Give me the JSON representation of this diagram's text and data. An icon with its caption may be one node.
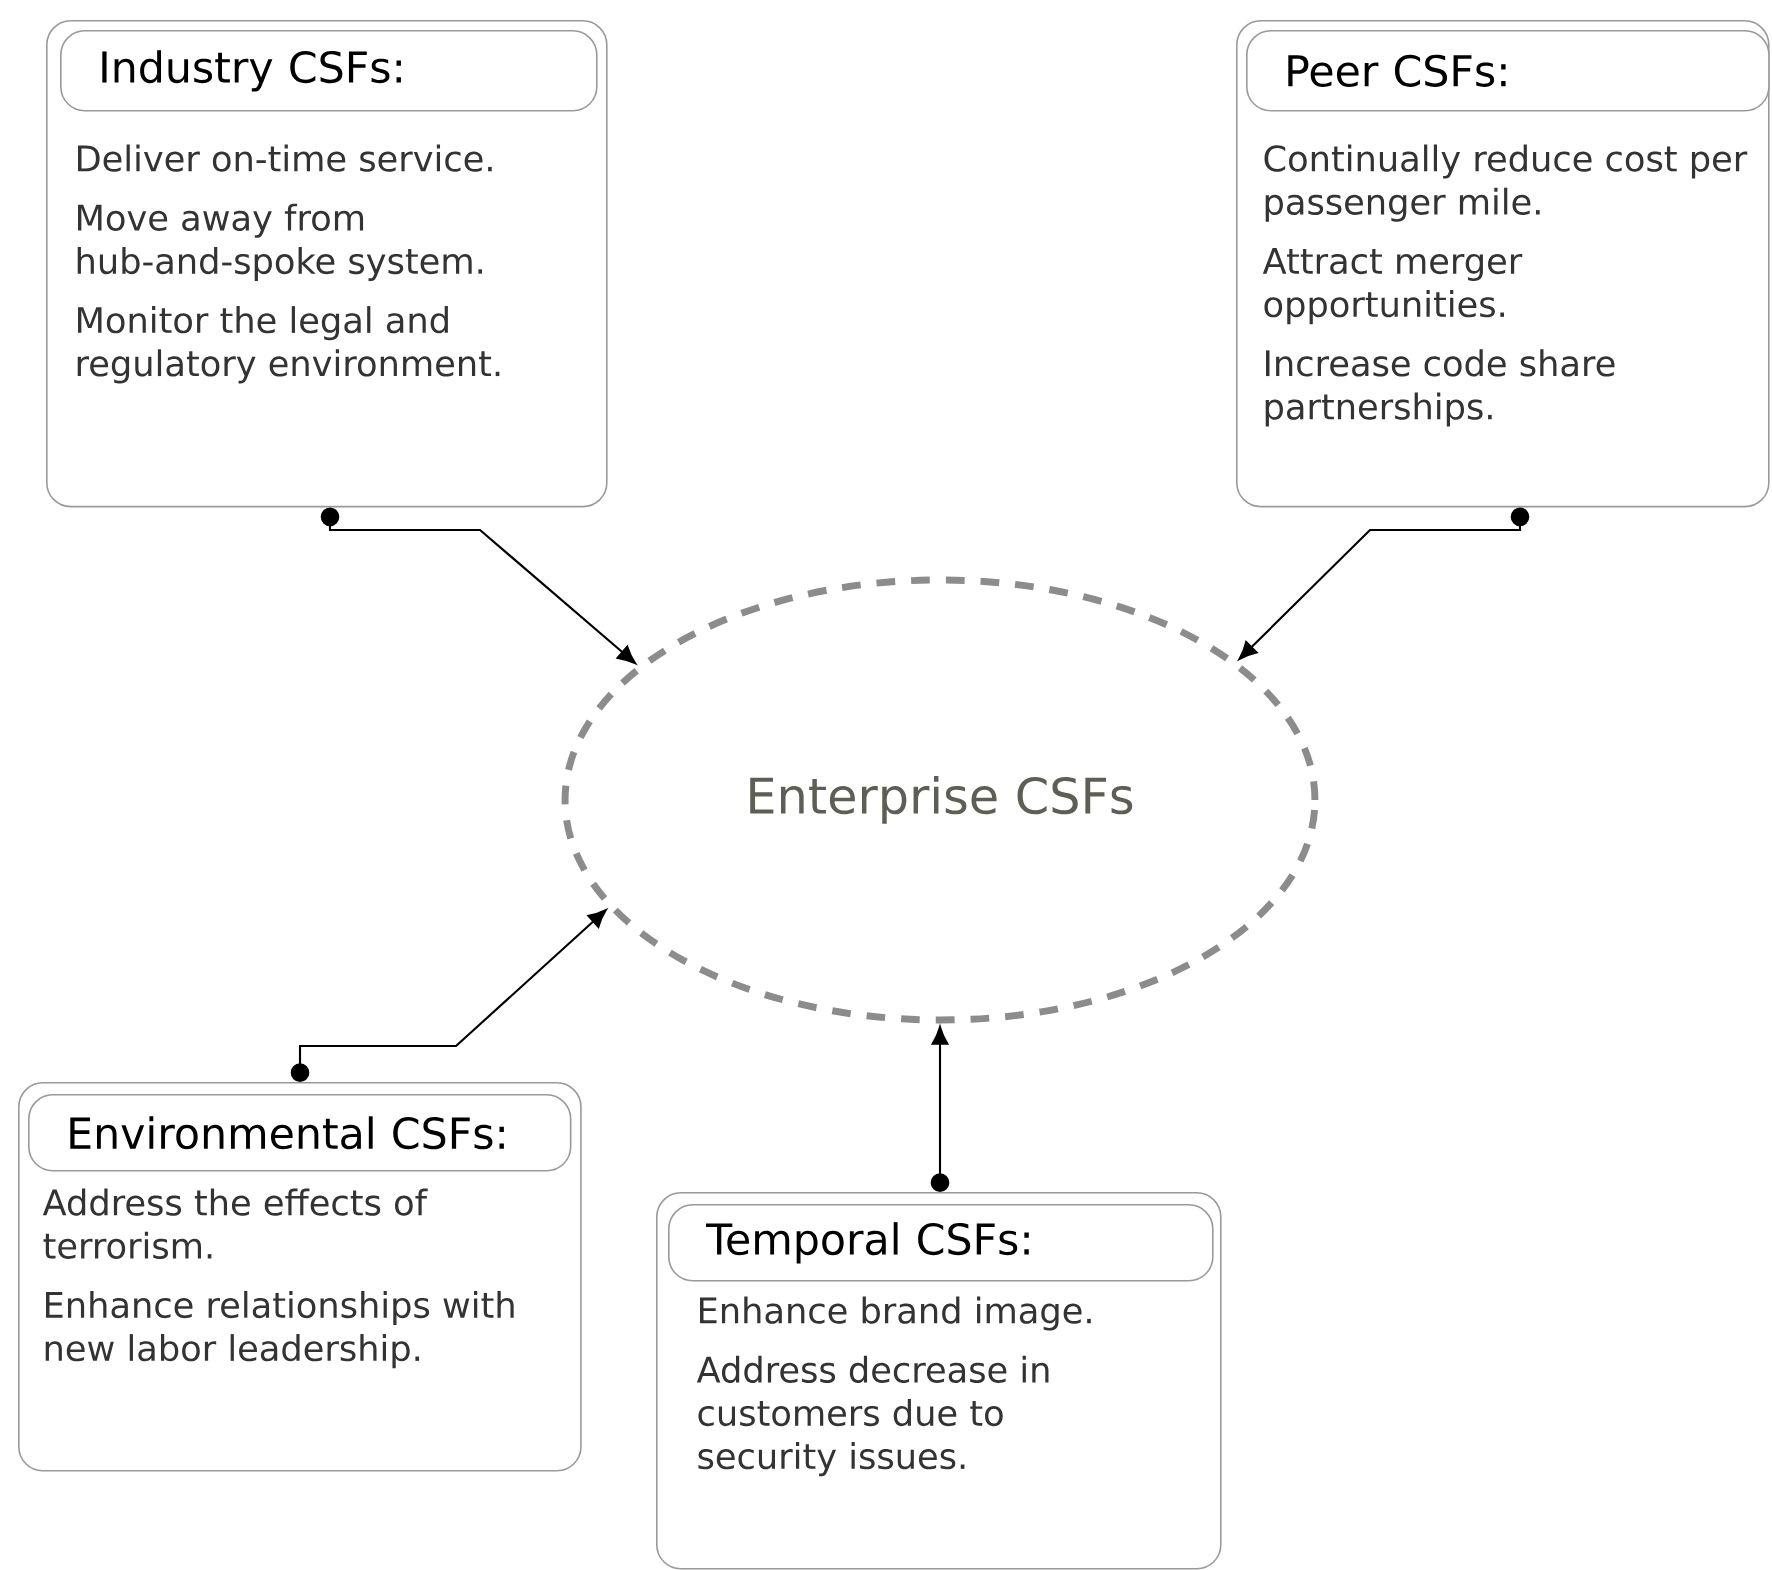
{
  "diagram": {
    "nodes": [
      {
        "text": [
          "Deliver on-time service.",
          "Move away from hub-and-spoke system.",
          "Monitor the legal and regulatory environment."
        ]
      },
      {
        "text": [
          "Industry CSFs:"
        ],
        "in": 0
      },
      {
        "text": [
          "Continually reduce cost per passenger mile.",
          "Attract merger opportunities.",
          "Increase code share partnerships."
        ]
      },
      {
        "text": [
          "Peer CSFs:"
        ],
        "in": 2
      },
      {
        "text": [
          "Enterprise CSFs"
        ]
      },
      {
        "text": [
          "Address the effects of terrorism.",
          "Enhance relationships with new labor leadership."
        ]
      },
      {
        "text": [
          "Environmental CSFs:"
        ],
        "in": 5
      },
      {
        "text": [
          "Enhance brand image.",
          "Address decrease in customers due to security issues."
        ]
      },
      {
        "text": [
          "Temporal CSFs:"
        ],
        "in": 7
      }
    ],
    "edges": [
      {
        "from": 0,
        "to": 4,
        "arrow": "to"
      },
      {
        "from": 2,
        "to": 4,
        "arrow": "to"
      },
      {
        "from": 5,
        "to": 4,
        "arrow": "to"
      },
      {
        "from": 7,
        "to": 4,
        "arrow": "to"
      }
    ]
  }
}
